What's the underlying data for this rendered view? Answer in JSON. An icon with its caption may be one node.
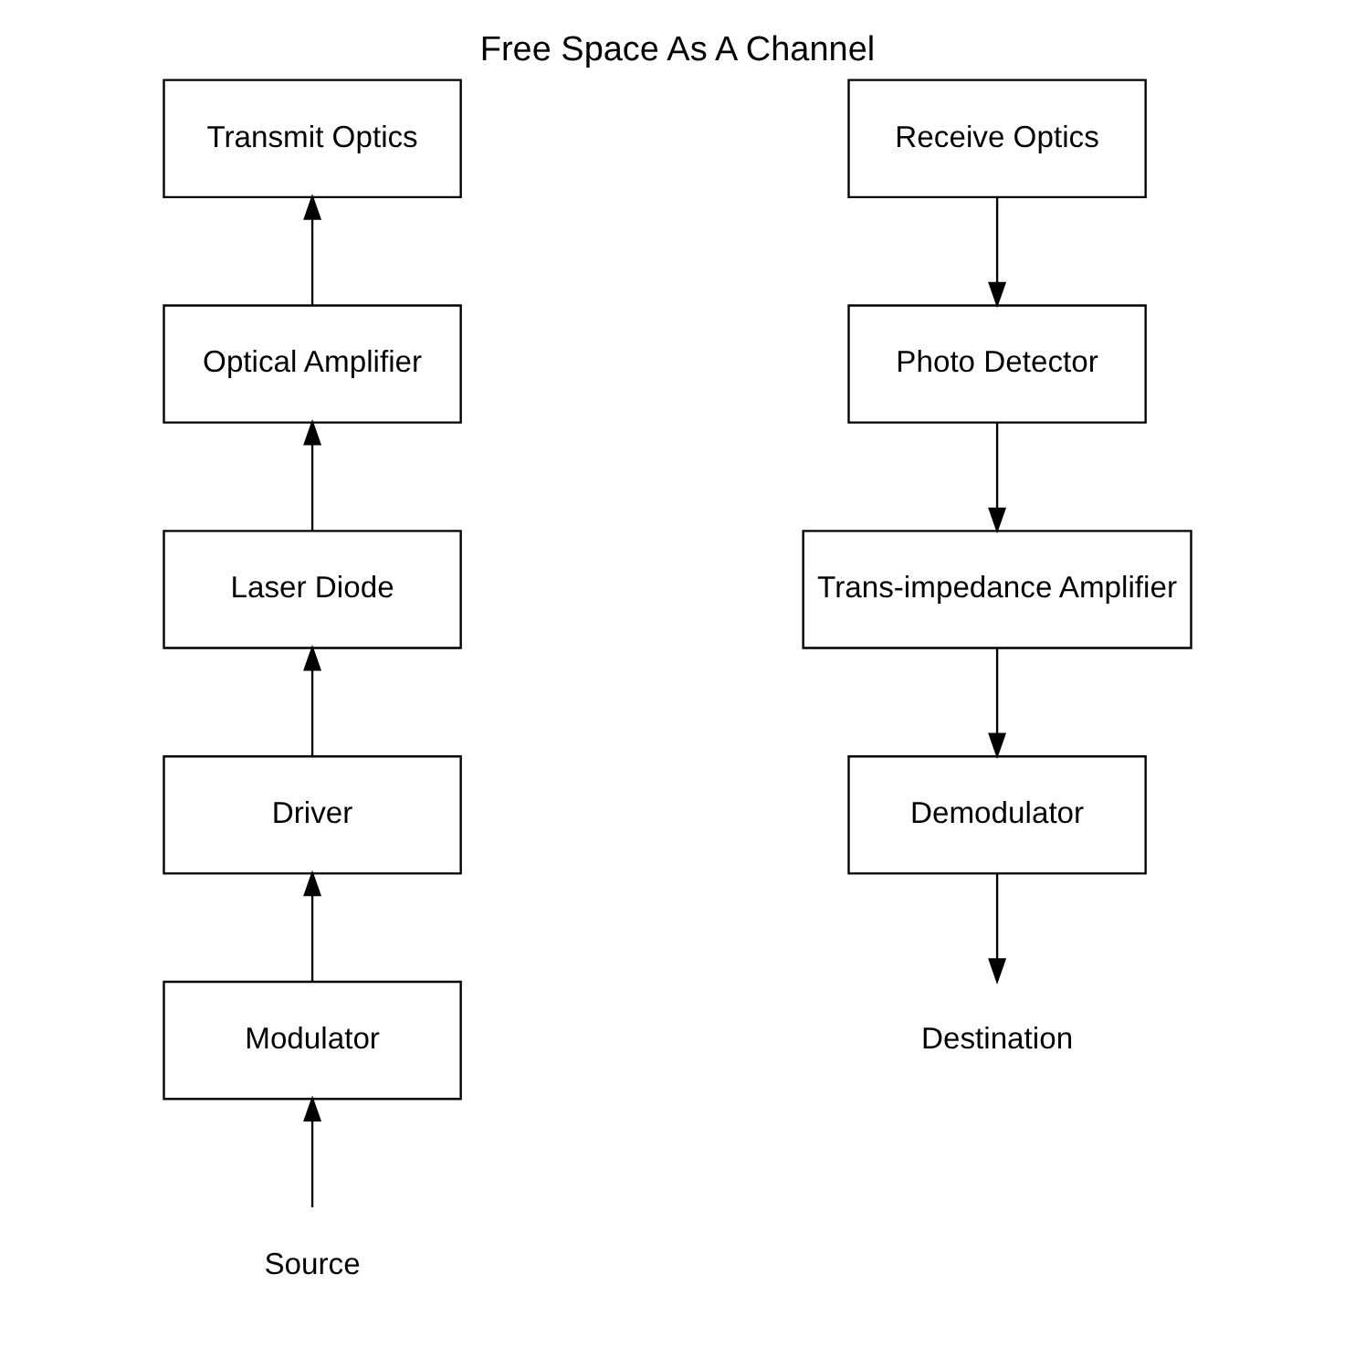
{
  "diagram": {
    "title": "Free Space As A Channel",
    "nodes": [
      {
        "text": [
          "Transmit Optics"
        ]
      },
      {
        "text": [
          "Optical Amplifier"
        ]
      },
      {
        "text": [
          "Laser Diode"
        ]
      },
      {
        "text": [
          "Driver"
        ]
      },
      {
        "text": [
          "Modulator"
        ]
      },
      {
        "text": [
          "Source"
        ]
      },
      {
        "text": [
          "Receive Optics"
        ]
      },
      {
        "text": [
          "Photo Detector"
        ]
      },
      {
        "text": [
          "Trans-impedance Amplifier"
        ]
      },
      {
        "text": [
          "Demodulator"
        ]
      },
      {
        "text": [
          "Destination"
        ]
      }
    ],
    "edges": [
      {
        "from": 5,
        "to": 4,
        "arrow": "to"
      },
      {
        "from": 4,
        "to": 3,
        "arrow": "to"
      },
      {
        "from": 3,
        "to": 2,
        "arrow": "to"
      },
      {
        "from": 2,
        "to": 1,
        "arrow": "to"
      },
      {
        "from": 1,
        "to": 0,
        "arrow": "to"
      },
      {
        "from": 6,
        "to": 7,
        "arrow": "to"
      },
      {
        "from": 7,
        "to": 8,
        "arrow": "to"
      },
      {
        "from": 8,
        "to": 9,
        "arrow": "to"
      },
      {
        "from": 9,
        "to": 10,
        "arrow": "to"
      }
    ]
  }
}
